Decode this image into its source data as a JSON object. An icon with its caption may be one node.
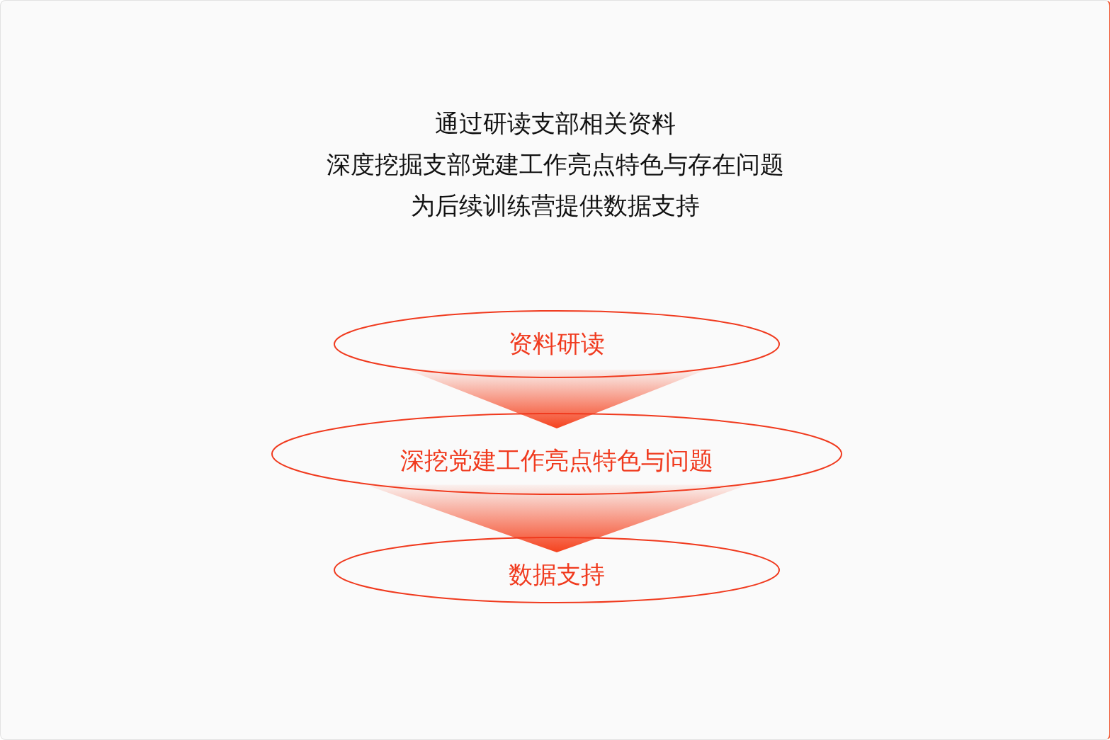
{
  "diagram": {
    "nodes": [
      {
        "text": [
          "资料研读"
        ]
      },
      {
        "text": [
          "深挖党建工作亮点特色与问题"
        ]
      },
      {
        "text": [
          "数据支持"
        ]
      }
    ],
    "edges": [
      {
        "from": 0,
        "to": 1,
        "arrow": "to"
      },
      {
        "from": 1,
        "to": 2,
        "arrow": "to"
      }
    ],
    "labels": [
      "通过研读支部相关资料",
      "深度挖掘支部党建工作亮点特色与存在问题",
      "为后续训练营提供数据支持"
    ]
  }
}
